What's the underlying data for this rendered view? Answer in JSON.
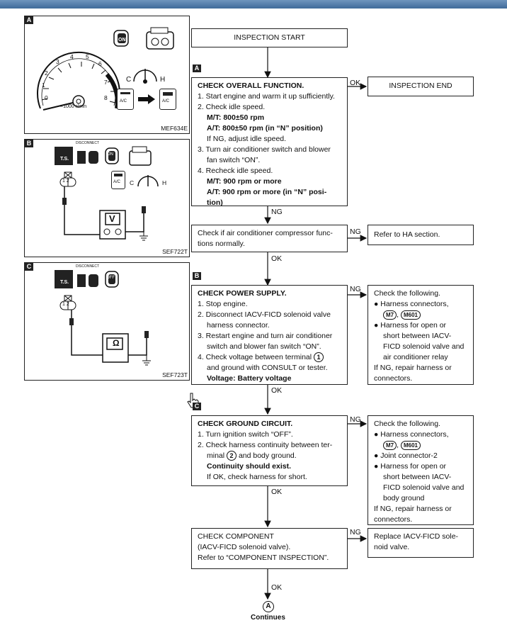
{
  "header": {
    "bar_color": "#4a73a3"
  },
  "figures": {
    "a": {
      "tag": "A",
      "caption": "MEF634E",
      "gauge_unit": "×1000 r/min",
      "gauge_ticks": [
        "0",
        "1",
        "2",
        "3",
        "4",
        "5",
        "6",
        "7",
        "8"
      ],
      "switch_on": "ON",
      "ac_label": "A/C",
      "temp_c": "C",
      "temp_h": "H"
    },
    "b": {
      "tag": "B",
      "caption": "SEF722T",
      "disconnect": "DISCONNECT",
      "ts": "T.S.",
      "meter": "V",
      "pins": "1 2",
      "switch_on": "ON",
      "ac_label": "A/C",
      "temp_c": "C",
      "temp_h": "H"
    },
    "c": {
      "tag": "C",
      "caption": "SEF723T",
      "disconnect": "DISCONNECT",
      "ts": "T.S.",
      "meter": "Ω",
      "pins": "1 2",
      "switch_off": "OFF"
    }
  },
  "flow": {
    "start": "INSPECTION START",
    "tag_a": "A",
    "tag_b": "B",
    "tag_c": "C",
    "overall": {
      "title": "CHECK OVERALL FUNCTION.",
      "l1": "1. Start engine and warm it up sufficiently.",
      "l2": "2. Check idle speed.",
      "l3": "M/T: 800±50 rpm",
      "l4": "A/T: 800±50 rpm (in “N” position)",
      "l5": "If NG, adjust idle speed.",
      "l6": "3. Turn air conditioner switch and blower",
      "l7": "fan switch “ON”.",
      "l8": "4. Recheck idle speed.",
      "l9": "M/T: 900 rpm or more",
      "l10": "A/T: 900 rpm or more (in “N” posi-",
      "l11": "tion)"
    },
    "end": "INSPECTION END",
    "compressor": {
      "l1": "Check if air conditioner compressor func-",
      "l2": "tions normally."
    },
    "refer_ha": "Refer to HA section.",
    "power": {
      "title": "CHECK POWER SUPPLY.",
      "l1": "1. Stop engine.",
      "l2": "2. Disconnect IACV-FICD solenoid valve",
      "l3": "harness connector.",
      "l4": "3. Restart engine and turn air conditioner",
      "l5": "switch and blower fan switch “ON”.",
      "l6a": "4. Check voltage between terminal",
      "l6b": "1",
      "l7": "and ground with CONSULT or tester.",
      "l8": "Voltage: Battery voltage"
    },
    "power_ng": {
      "l1": "Check the following.",
      "l2": "● Harness connectors,",
      "c1": "M7",
      "c2": "M601",
      "l3": "● Harness for open or",
      "l4": "short between IACV-",
      "l5": "FICD solenoid valve and",
      "l6": "air conditioner relay",
      "l7": "If NG, repair harness or",
      "l8": "connectors."
    },
    "ground": {
      "title": "CHECK GROUND CIRCUIT.",
      "l1": "1. Turn ignition switch “OFF”.",
      "l2": "2. Check harness continuity between ter-",
      "l3a": "minal",
      "l3b": "2",
      "l3c": "and body ground.",
      "l4": "Continuity should exist.",
      "l5": "If OK, check harness for short."
    },
    "ground_ng": {
      "l1": "Check the following.",
      "l2": "● Harness connectors,",
      "c1": "M7",
      "c2": "M601",
      "l3": "● Joint connector-2",
      "l4": "● Harness for open or",
      "l5": "short between IACV-",
      "l6": "FICD solenoid valve and",
      "l7": "body ground",
      "l8": "If NG, repair harness or",
      "l9": "connectors."
    },
    "component": {
      "l1": "CHECK COMPONENT",
      "l2": "(IACV-FICD solenoid valve).",
      "l3": "Refer to “COMPONENT INSPECTION”."
    },
    "replace": {
      "l1": "Replace IACV-FICD sole-",
      "l2": "noid valve."
    },
    "ok": "OK",
    "ng": "NG",
    "continues_mark": "A",
    "continues": "Continues"
  }
}
